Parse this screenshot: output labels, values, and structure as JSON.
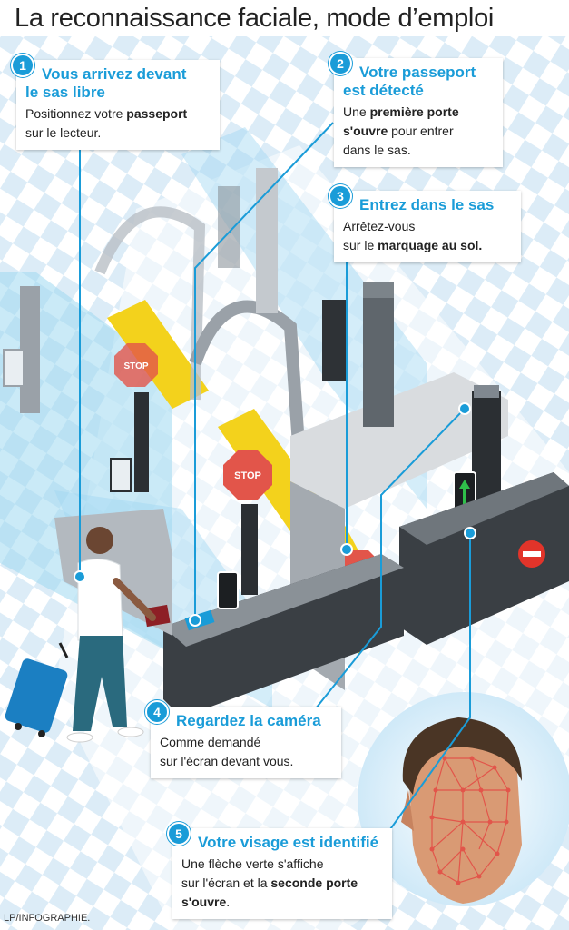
{
  "title": "La reconnaissance faciale, mode d’emploi",
  "credit": "LP/INFOGRAPHIE.",
  "colors": {
    "accent": "#1a9cd8",
    "glass": "#aee1f6",
    "floor_tile": "#dcecf7",
    "stop_red": "#e2554a",
    "marking_yellow": "#f3d21c"
  },
  "scene": {
    "stop_sign": "STOP"
  },
  "steps": [
    {
      "number": "1",
      "title_l1": "Vous arrivez devant",
      "title_l2": "le sas libre",
      "text_l1_pre": "Positionnez votre ",
      "text_l1_bold": "passeport",
      "text_l2": "sur le lecteur."
    },
    {
      "number": "2",
      "title_l1": "Votre passeport",
      "title_l2": "est détecté",
      "text_l1_pre": "Une ",
      "text_l1_bold": "première porte",
      "text_l2_bold": "s'ouvre",
      "text_l2_post": " pour entrer",
      "text_l3": "dans le sas."
    },
    {
      "number": "3",
      "title_l1": "Entrez dans le sas",
      "text_l1": "Arrêtez-vous",
      "text_l2_pre": "sur le ",
      "text_l2_bold": "marquage au sol."
    },
    {
      "number": "4",
      "title_l1": "Regardez la caméra",
      "text_l1": "Comme demandé",
      "text_l2": "sur l'écran devant vous."
    },
    {
      "number": "5",
      "title_l1": "Votre visage est identifié",
      "text_l1": "Une flèche verte s'affiche",
      "text_l2_pre": "sur l'écran et la ",
      "text_l2_bold": "seconde porte",
      "text_l3_bold": "s'ouvre",
      "text_l3_post": "."
    }
  ]
}
